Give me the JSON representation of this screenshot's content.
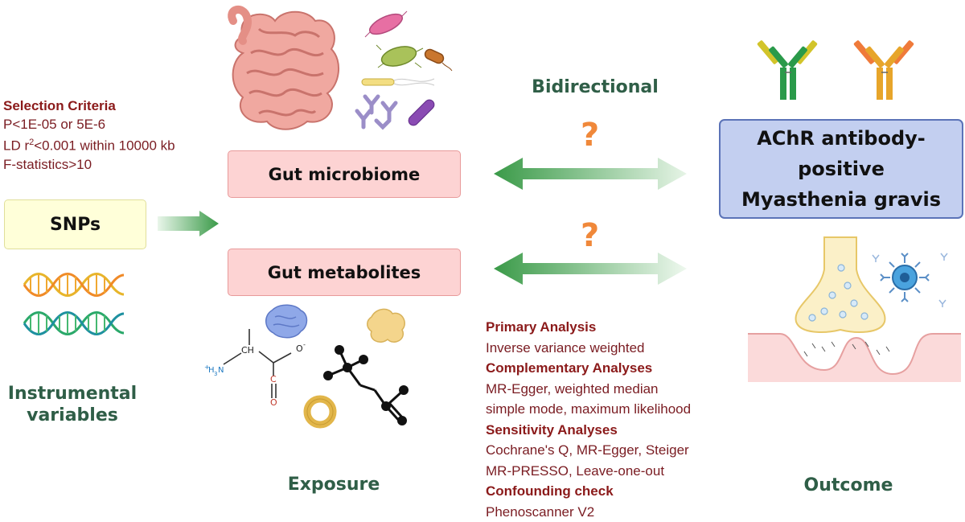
{
  "selection": {
    "heading": "Selection Criteria",
    "line1": "P<1E-05 or 5E-6",
    "line2_pre": "LD r",
    "line2_sup": "2",
    "line2_post": "<0.001 within 10000 kb",
    "line3": "F-statistics>10"
  },
  "snps": {
    "label": "SNPs"
  },
  "instrumental": {
    "line1": "Instrumental",
    "line2": "variables"
  },
  "exposure_boxes": {
    "microbiome": "Gut microbiome",
    "metabolites": "Gut metabolites"
  },
  "exposure_label": "Exposure",
  "bidirectional": "Bidirectional",
  "question_mark": "?",
  "outcome_box": {
    "line1": "AChR antibody-positive",
    "line2": "Myasthenia gravis"
  },
  "outcome_label": "Outcome",
  "molecule": {
    "ch": "CH",
    "o_minus": "O",
    "o_sup": "-",
    "c": "C",
    "o": "O",
    "n_plus": "+",
    "h3n": "H",
    "n3": "3",
    "n": "N"
  },
  "methods": {
    "primary_head": "Primary Analysis",
    "primary_1": "Inverse variance weighted",
    "complementary_head": "Complementary Analyses",
    "complementary_1": "MR-Egger, weighted median",
    "complementary_2": "simple mode, maximum likelihood",
    "sensitivity_head": "Sensitivity Analyses",
    "sensitivity_1": "Cochrane's Q, MR-Egger, Steiger",
    "sensitivity_2": "MR-PRESSO, Leave-one-out",
    "confounding_head": "Confounding check",
    "confounding_1": "Phenoscanner V2"
  },
  "colors": {
    "exposure_fill": "#fdd3d3",
    "outcome_fill": "#c3cff0",
    "snps_fill": "#ffffd9",
    "arrow_green": "#3a9a48",
    "question_orange": "#f0883a",
    "label_green": "#2f5e47",
    "text_maroon": "#7a1c22"
  },
  "icons": [
    "intestine-icon",
    "bacteria-icon",
    "dna-helix-icon",
    "antibody-icon",
    "synapse-icon",
    "molecule-icon",
    "protein-icon"
  ]
}
